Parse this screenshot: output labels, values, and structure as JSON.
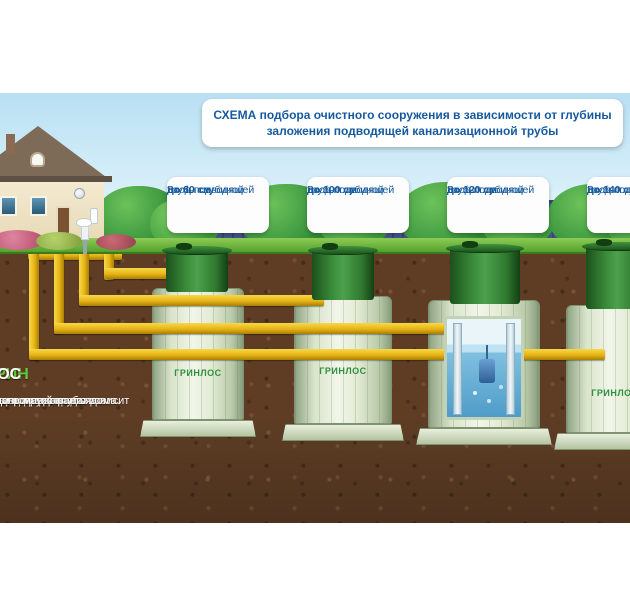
{
  "title": {
    "line1": "СХЕМА подбора очистного сооружения в зависимости от глубины",
    "line2": "заложения подводящей канализационной трубы"
  },
  "depth_labels": [
    {
      "line1": "Вход подводящей",
      "line2": "трубы глубиной",
      "line3": "до 60 см"
    },
    {
      "line1": "Вход подводящей",
      "line2": "трубы глубиной",
      "line3": "до 100 см"
    },
    {
      "line1": "Вход подводящей",
      "line2": "трубы глубиной",
      "line3": "до 120 см"
    },
    {
      "line1": "Вход подводящей",
      "line2": "трубы глубиной",
      "line3": "до 140 см"
    }
  ],
  "brand": {
    "green": "ГРИН",
    "white": "ЛОС"
  },
  "tank_brand": "ГРИНЛОС",
  "note_lines": [
    "Глубина подводящей трубы зависит",
    "от длины магистрали из дома и",
    "удаленности сооружения от дома.",
    "Магистраль прокладывается с",
    "уклоном вдоль магистрали."
  ],
  "colors": {
    "accent_blue": "#155a9e",
    "pipe_yellow": "#e7b414",
    "tank_lid_green": "#2f7a2f",
    "grass_green": "#53a22e",
    "soil_brown": "#5e3d24",
    "fence_blue": "#46548e"
  }
}
